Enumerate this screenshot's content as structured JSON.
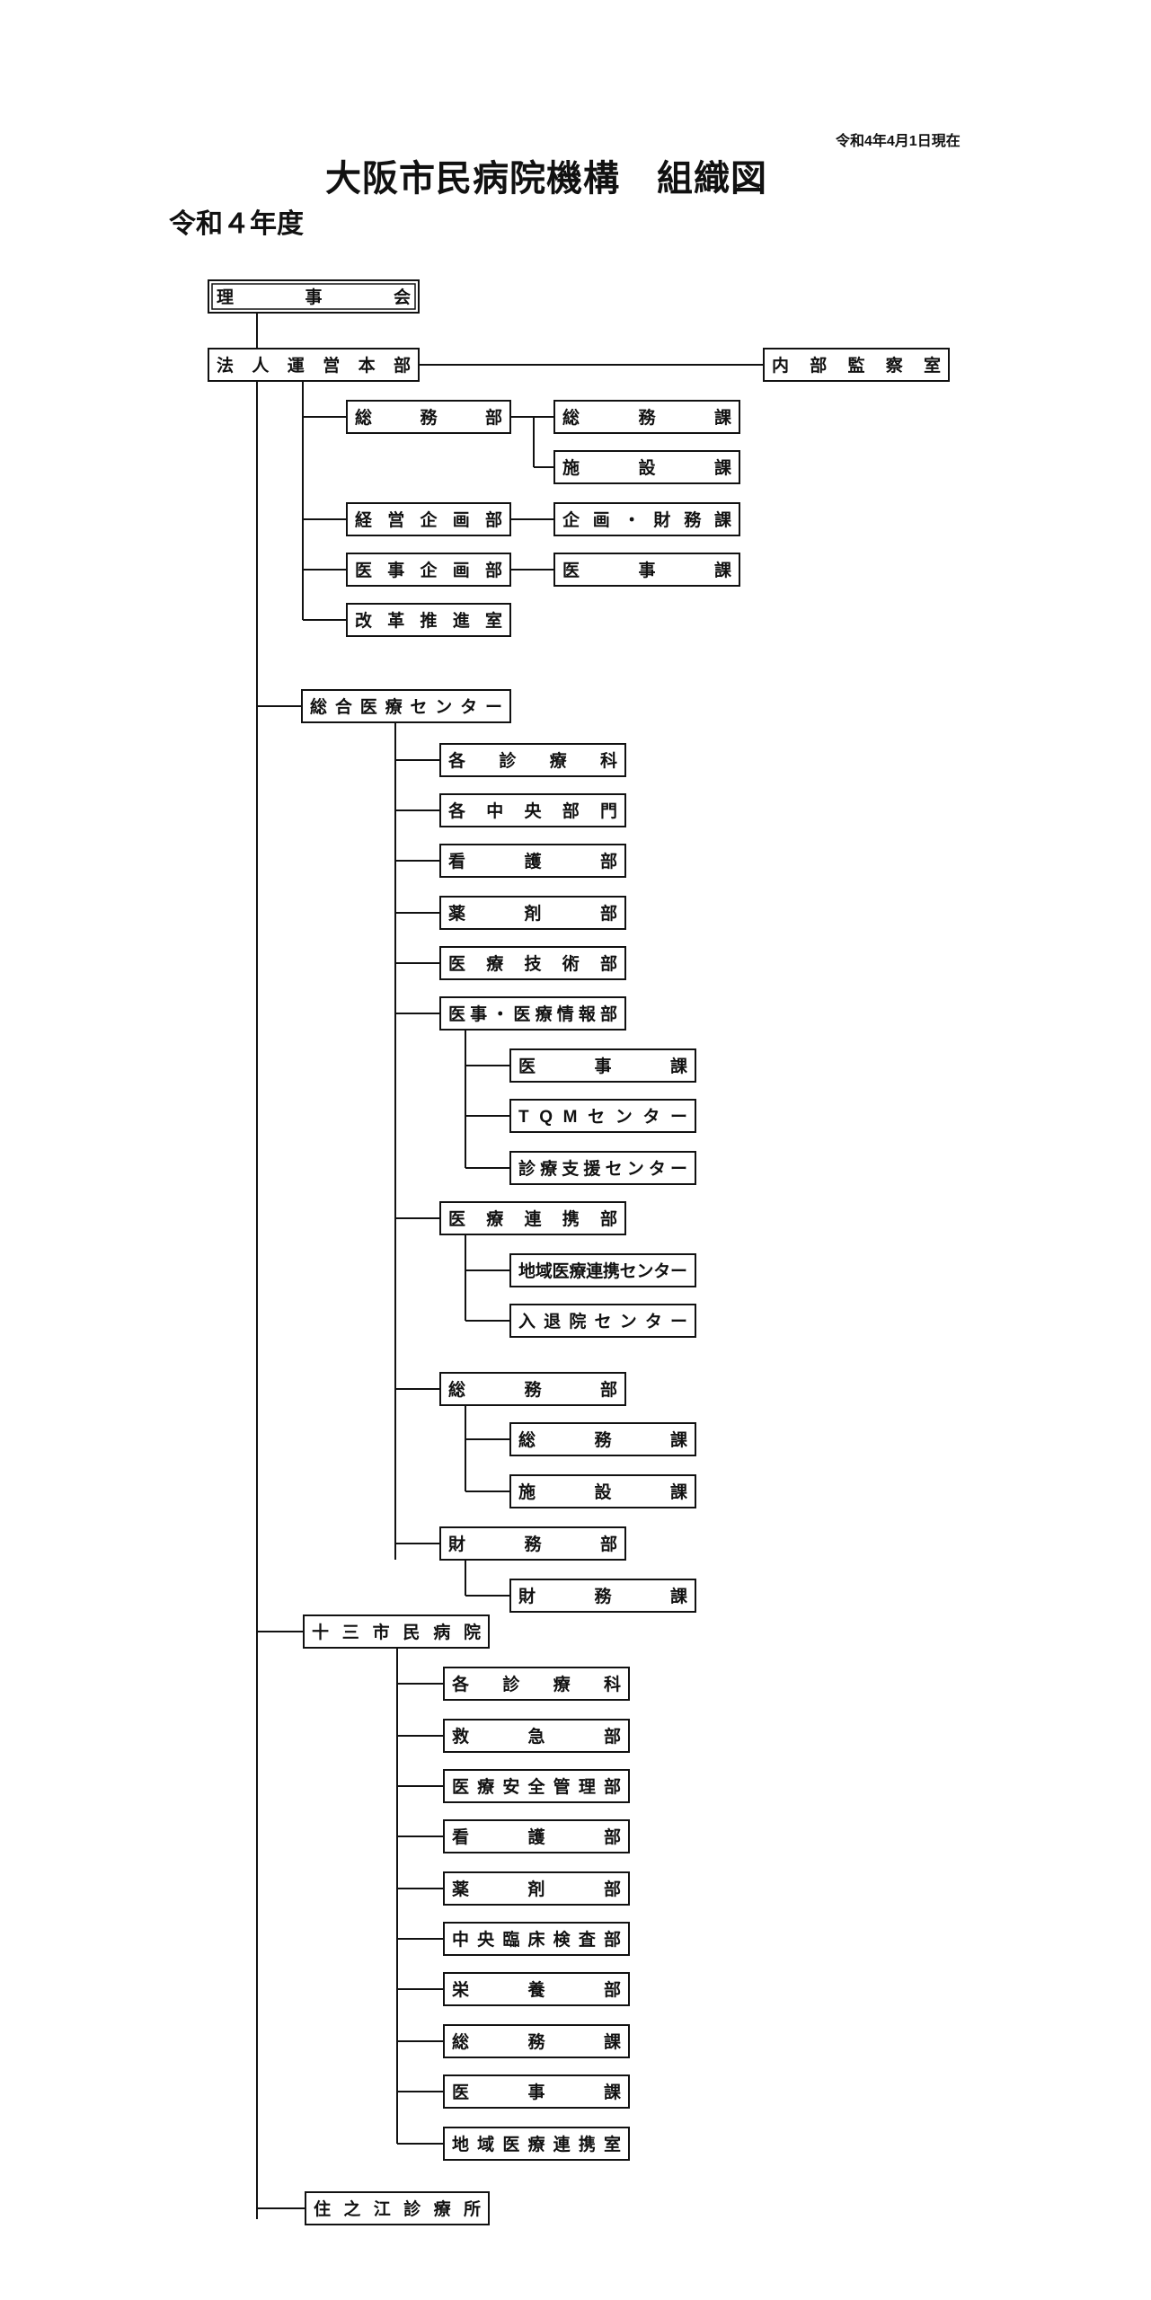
{
  "header": {
    "date": "令和4年4月1日現在",
    "title": "大阪市民病院機構　組織図",
    "year": "令和４年度"
  },
  "org": {
    "board": "理事会",
    "hq": "法人運営本部",
    "audit": "内部監察室",
    "hq_depts": {
      "general_affairs": "総務部",
      "ga_section": "総務課",
      "facilities_section": "施設課",
      "planning": "経営企画部",
      "planning_finance": "企画・財務課",
      "medical_planning": "医事企画部",
      "medical_affairs_section": "医事課",
      "reform": "改革推進室"
    },
    "center": {
      "name": "総合医療センター",
      "clinical_depts": "各診療科",
      "central_depts": "各中央部門",
      "nursing": "看護部",
      "pharmacy": "薬剤部",
      "medical_tech": "医療技術部",
      "medical_info": "医事・医療情報部",
      "medical_affairs_section": "医事課",
      "tqm": "TQMセンター",
      "support": "診療支援センター",
      "liaison": "医療連携部",
      "regional_liaison": "地域医療連携センター",
      "admission": "入退院センター",
      "general_affairs": "総務部",
      "ga_section": "総務課",
      "facilities_section": "施設課",
      "finance": "財務部",
      "finance_section": "財務課"
    },
    "juso": {
      "name": "十三市民病院",
      "clinical_depts": "各診療科",
      "emergency": "救急部",
      "safety": "医療安全管理部",
      "nursing": "看護部",
      "pharmacy": "薬剤部",
      "lab": "中央臨床検査部",
      "nutrition": "栄養部",
      "ga_section": "総務課",
      "medical_affairs_section": "医事課",
      "regional_liaison": "地域医療連携室"
    },
    "suminoe": "住之江診療所"
  }
}
